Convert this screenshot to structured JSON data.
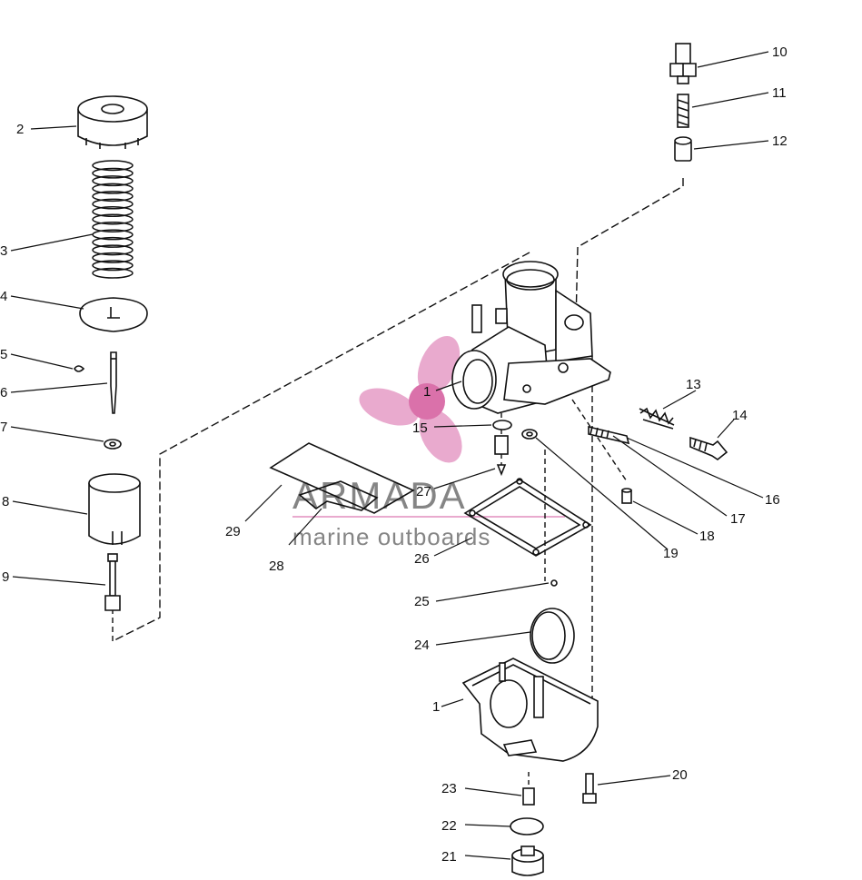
{
  "labels": {
    "l1a": "1",
    "l1b": "1",
    "l2": "2",
    "l3": "3",
    "l4": "4",
    "l5": "5",
    "l6": "6",
    "l7": "7",
    "l8": "8",
    "l9": "9",
    "l10": "10",
    "l11": "11",
    "l12": "12",
    "l13": "13",
    "l14": "14",
    "l15": "15",
    "l16": "16",
    "l17": "17",
    "l18": "18",
    "l19": "19",
    "l20": "20",
    "l21": "21",
    "l22": "22",
    "l23": "23",
    "l24": "24",
    "l25": "25",
    "l26": "26",
    "l27": "27",
    "l28": "28",
    "l29": "29"
  },
  "watermark": {
    "brand": "ARMADA",
    "tagline": "marine outboards",
    "brand_color": "#e7a3c9",
    "text_color": "#7f7f7f"
  }
}
